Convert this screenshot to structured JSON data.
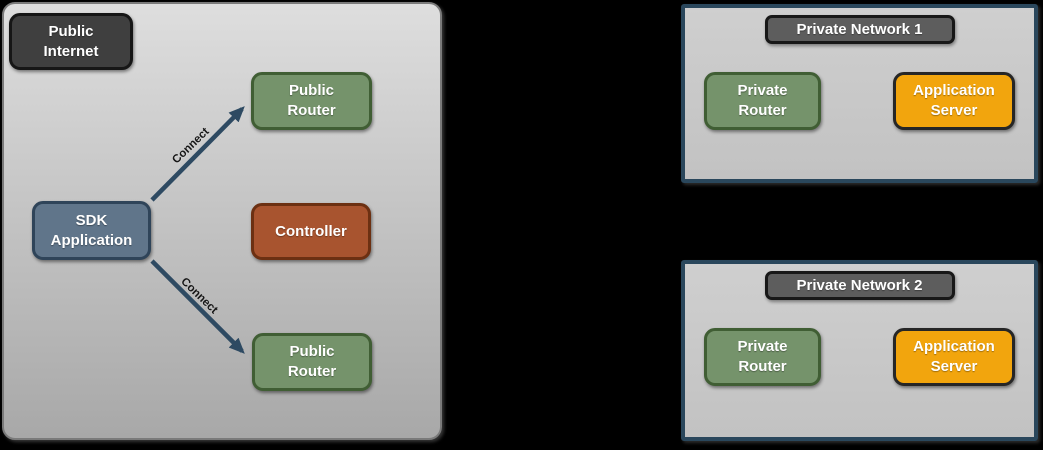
{
  "colors": {
    "background": "#000000",
    "public_zone_fill_top": "#dedede",
    "public_zone_fill_bottom": "#a8a8a8",
    "public_zone_border": "#7a7a7a",
    "private_zone_fill": "#c8c8c8",
    "private_zone_border": "#2a475c",
    "node_dark_fill": "#3f3f3f",
    "node_green_fill": "#75936b",
    "node_green_border": "#405e34",
    "node_blue_fill": "#60758a",
    "node_blue_border": "#2f4459",
    "node_rust_fill": "#a8542f",
    "node_rust_border": "#6c3012",
    "node_orange_fill": "#f2a50d",
    "node_orange_border": "#262626",
    "header_fill": "#5d5d5d",
    "arrow": "#2e4a62",
    "node_text": "#ffffff",
    "connect_text": "#161616"
  },
  "public_internet_zone": {
    "nodes": {
      "public_internet": "Public\nInternet",
      "public_router_top": "Public\nRouter",
      "sdk_application": "SDK\nApplication",
      "controller": "Controller",
      "public_router_bottom": "Public\nRouter"
    },
    "connections": [
      {
        "label": "Connect",
        "from": "sdk_application",
        "to": "public_router_top"
      },
      {
        "label": "Connect",
        "from": "sdk_application",
        "to": "public_router_bottom"
      }
    ]
  },
  "private_network_1": {
    "title": "Private Network 1",
    "nodes": {
      "private_router": "Private\nRouter",
      "application_server": "Application\nServer"
    }
  },
  "private_network_2": {
    "title": "Private Network 2",
    "nodes": {
      "private_router": "Private\nRouter",
      "application_server": "Application\nServer"
    }
  }
}
